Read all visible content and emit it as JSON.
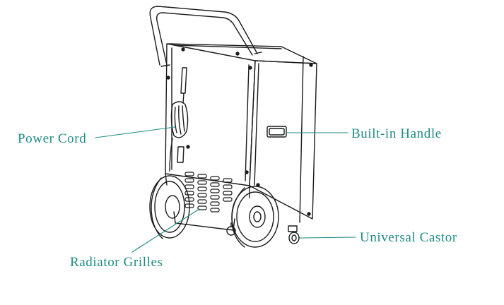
{
  "colors": {
    "label": "#1f8a86",
    "leader": "#1f8a86",
    "drawing": "#1a1a1a",
    "background": "#ffffff"
  },
  "diagram": {
    "subject": "dehumidifier-on-wheels",
    "callouts": [
      {
        "id": "power",
        "text": "Power Cord"
      },
      {
        "id": "handle",
        "text": "Built-in Handle"
      },
      {
        "id": "grilles",
        "text": "Radiator Grilles"
      },
      {
        "id": "castor",
        "text": "Universal Castor"
      }
    ]
  }
}
